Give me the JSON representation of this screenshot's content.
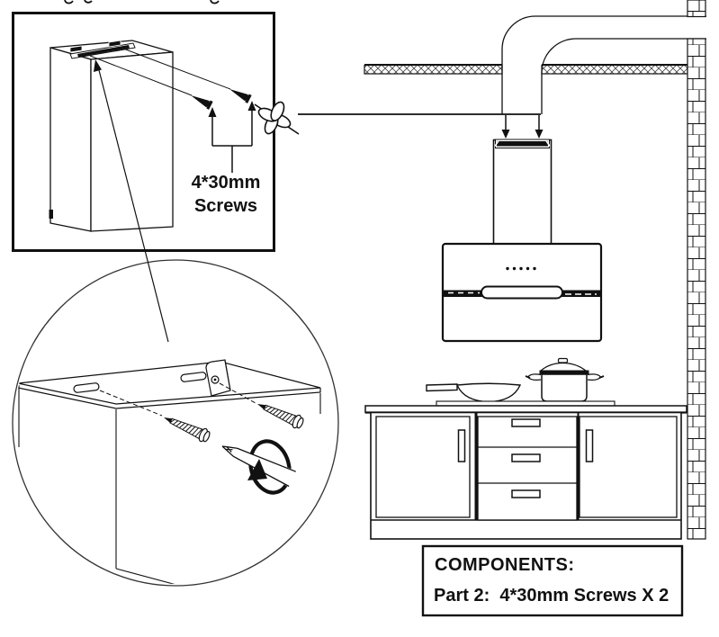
{
  "page": {
    "background_color": "#ffffff",
    "line_color": "#111111"
  },
  "inset_panel": {
    "screw_label": {
      "line1": "4*30mm",
      "line2": "Screws"
    }
  },
  "components_box": {
    "title": "COMPONENTS:",
    "part_line": "Part 2:  4*30mm Screws X 2"
  },
  "icons": {
    "rotation_arrow": "↻",
    "duct_direction_arrows": "↓",
    "screw_direction_arrows": "↑"
  }
}
